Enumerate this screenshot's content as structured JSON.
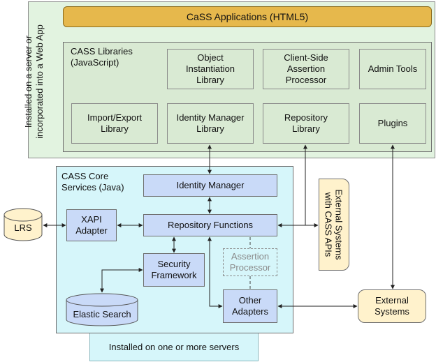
{
  "outer_label": "Installed on a server or\nincorporated into a Web App",
  "applications": "CaSS Applications (HTML5)",
  "libraries_title": "CASS Libraries\n(JavaScript)",
  "libraries": {
    "object_instantiation": "Object\nInstantiation\nLibrary",
    "assertion_processor": "Client-Side\nAssertion\nProcessor",
    "admin_tools": "Admin Tools",
    "import_export": "Import/Export\nLibrary",
    "identity_manager": "Identity Manager\nLibrary",
    "repository": "Repository\nLibrary",
    "plugins": "Plugins"
  },
  "core_title": "CASS Core\nServices (Java)",
  "core": {
    "identity_manager": "Identity Manager",
    "xapi_adapter": "XAPI\nAdapter",
    "repository_functions": "Repository Functions",
    "security_framework": "Security\nFramework",
    "assertion_processor": "Assertion\nProcessor",
    "other_adapters": "Other\nAdapters",
    "elastic_search": "Elastic Search"
  },
  "servers_label": "Installed on one or more servers",
  "lrs": "LRS",
  "external_cass": "External Systems\nwith CASS APIs",
  "external_systems": "External\nSystems",
  "colors": {
    "outer_panel": "#e2f3e0",
    "libraries_fill": "#d9ead3",
    "applications_fill": "#e6b84c",
    "core_panel": "#d6f6fa",
    "core_fill": "#c9daf8",
    "external_fill": "#fff2cc",
    "elastic_fill": "#c9daf8"
  }
}
